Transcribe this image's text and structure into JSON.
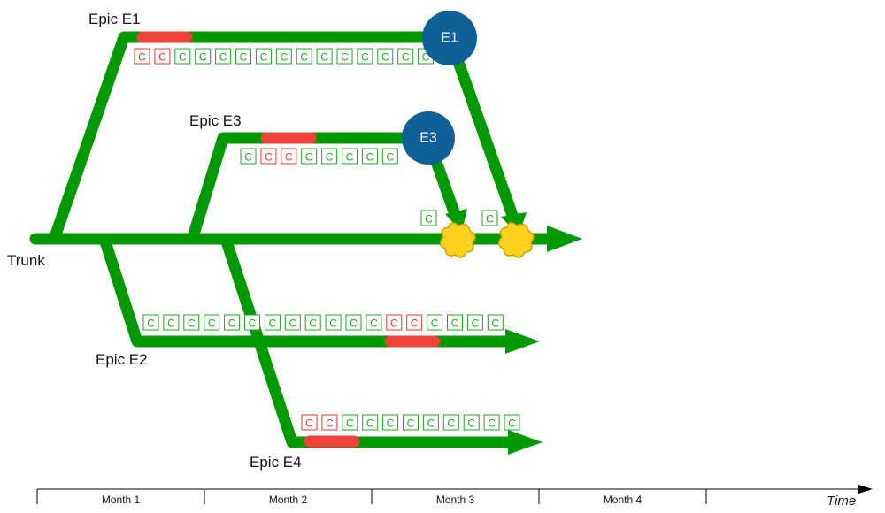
{
  "colors": {
    "branch": "#009900",
    "ok_commit": "#22a022",
    "bad_commit": "#e03a2e",
    "defect": "#f0413a",
    "node": "#0f5f99",
    "conflict": "#ffd21f",
    "conflict_stroke": "#c9a000"
  },
  "labels": {
    "trunk": "Trunk",
    "e1": "Epic E1",
    "e2": "Epic E2",
    "e3": "Epic E3",
    "e4": "Epic E4",
    "time": "Time"
  },
  "merge_nodes": {
    "e1": "E1",
    "e3": "E3"
  },
  "commit_letter": "C",
  "commit_rows": {
    "e1": [
      "bad",
      "bad",
      "ok",
      "ok",
      "ok",
      "ok",
      "ok",
      "ok",
      "ok",
      "ok",
      "ok",
      "ok",
      "ok",
      "ok",
      "ok"
    ],
    "e3": [
      "ok",
      "bad",
      "bad",
      "ok",
      "ok",
      "ok",
      "ok",
      "ok"
    ],
    "trunk_a": [
      "ok"
    ],
    "trunk_b": [
      "ok"
    ],
    "e2": [
      "ok",
      "ok",
      "ok",
      "ok",
      "ok",
      "ok",
      "ok",
      "ok",
      "ok",
      "ok",
      "ok",
      "ok",
      "bad",
      "bad",
      "ok",
      "ok",
      "ok",
      "ok"
    ],
    "e4": [
      "bad",
      "bad",
      "ok",
      "ok",
      "ok",
      "ok",
      "ok",
      "ok",
      "ok",
      "ok",
      "ok"
    ]
  },
  "timeline": {
    "months": [
      "Month 1",
      "Month 2",
      "Month 3",
      "Month 4"
    ]
  }
}
